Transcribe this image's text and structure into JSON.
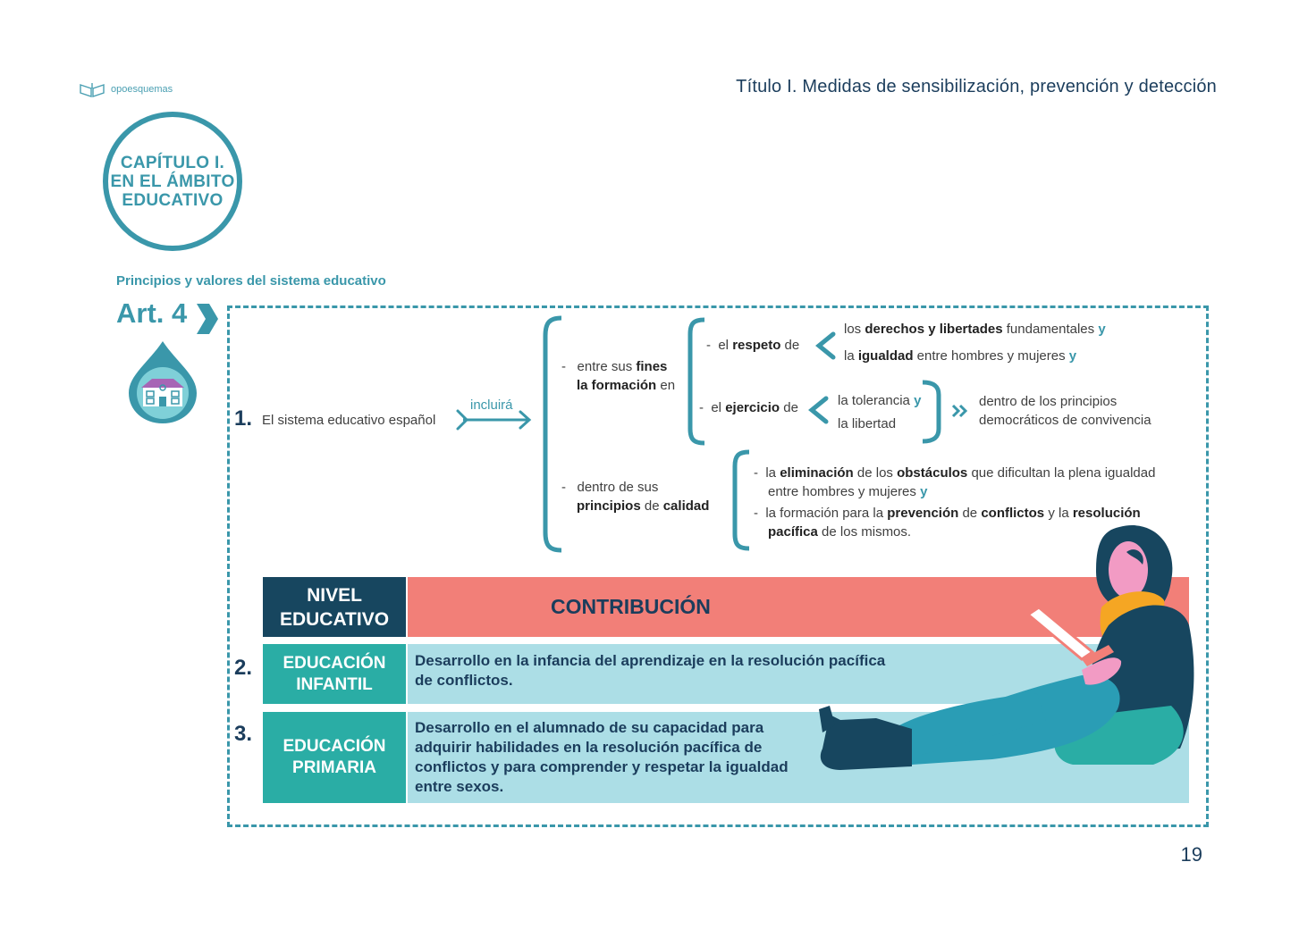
{
  "logo": {
    "text": "opoesquemas",
    "icon": "book-icon"
  },
  "header": {
    "title": "Título I. Medidas de sensibilización, prevención y detección"
  },
  "chapter": {
    "line1": "CAPÍTULO I.",
    "line2": "EN EL ÁMBITO",
    "line3": "EDUCATIVO"
  },
  "section": {
    "label": "Principios y valores del sistema educativo"
  },
  "article": {
    "title": "Art. 4",
    "icon": "school-building-icon"
  },
  "point1": {
    "number": "1.",
    "subject": "El sistema educativo español",
    "verb": "incluirá",
    "branch_a": {
      "dash": "-",
      "line1_pre": "entre sus ",
      "line1_bold": "fines",
      "line2_bold": "la formación",
      "line2_post": " en",
      "respeto": {
        "pre": "el ",
        "bold": "respeto",
        "post": " de"
      },
      "respeto_items": [
        {
          "pre": "los ",
          "bold": "derechos y libertades",
          "post": " fundamentales",
          "conj": "y"
        },
        {
          "pre": "la ",
          "bold": "igualdad",
          "post": " entre hombres y mujeres",
          "conj": "y"
        }
      ],
      "ejercicio": {
        "pre": "el ",
        "bold": "ejercicio",
        "post": " de"
      },
      "ejercicio_items": [
        {
          "text": "la tolerancia",
          "conj": "y"
        },
        {
          "text": "la libertad",
          "conj": ""
        }
      ],
      "ejercicio_result_line1": "dentro de los principios",
      "ejercicio_result_line2": "democráticos de convivencia"
    },
    "branch_b": {
      "line1": "dentro de sus",
      "line2_bold": "principios",
      "line2_mid": " de ",
      "line2_bold2": "calidad",
      "items": [
        {
          "pre": "la ",
          "bold1": "eliminación",
          "mid": " de los ",
          "bold2": "obstáculos",
          "post": " que dificultan la plena igualdad",
          "line2": "entre hombres y mujeres",
          "conj": "y"
        },
        {
          "pre": "la formación para la ",
          "bold1": "prevención",
          "mid": " de ",
          "bold2": "conflictos",
          "post": " y la ",
          "bold3": "resolución",
          "line2_bold": "pacífica",
          "line2": " de los mismos."
        }
      ]
    }
  },
  "table": {
    "head_left": [
      "NIVEL",
      "EDUCATIVO"
    ],
    "head_right": "CONTRIBUCIÓN",
    "rows": [
      {
        "number": "2.",
        "level": [
          "EDUCACIÓN",
          "INFANTIL"
        ],
        "text": [
          "Desarrollo en la infancia del aprendizaje en la resolución  pacífica",
          "de conflictos."
        ]
      },
      {
        "number": "3.",
        "level": [
          "EDUCACIÓN",
          "PRIMARIA"
        ],
        "text": [
          "Desarrollo en el alumnado de su capacidad para",
          "adquirir habilidades en la resolución pacífica de",
          "conflictos y para comprender y respetar la igualdad",
          "entre sexos."
        ]
      }
    ]
  },
  "page": {
    "number": "19"
  },
  "colors": {
    "teal": "#3a97aa",
    "navy": "#1b3d5c",
    "coral": "#f27f78",
    "green": "#2aada5",
    "lightblue": "#acdee6"
  }
}
